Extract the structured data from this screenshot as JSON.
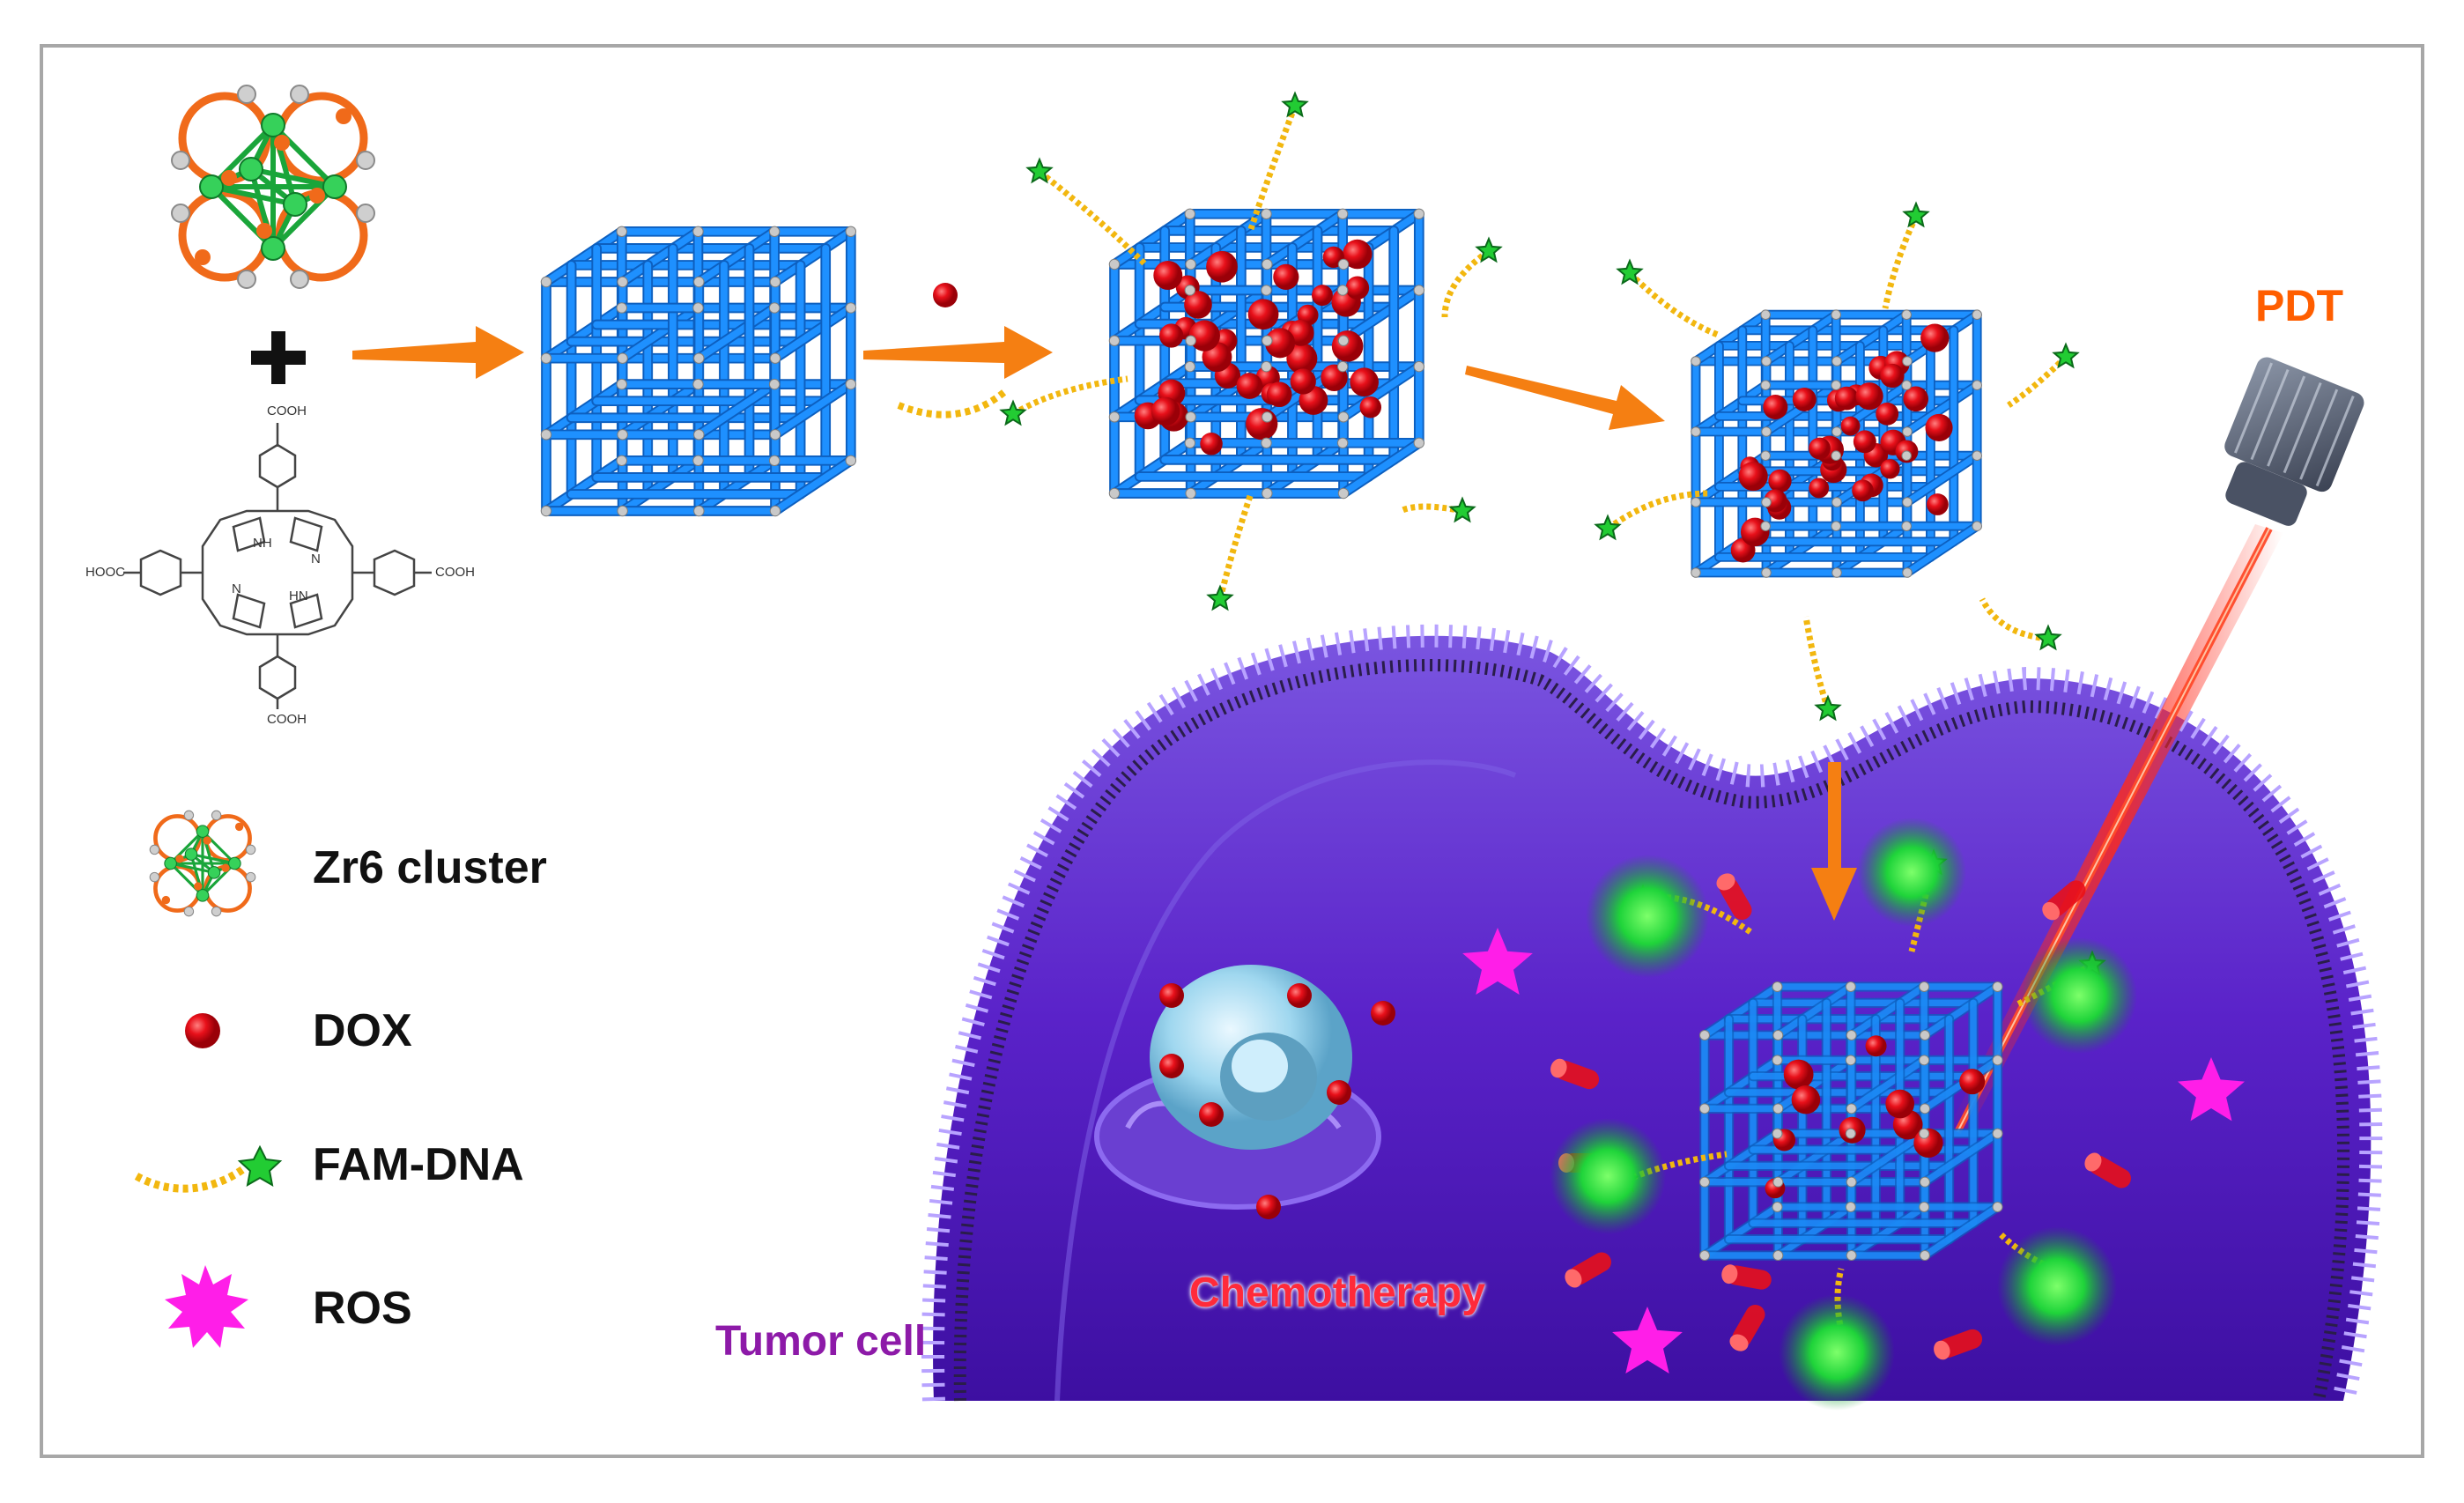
{
  "labels": {
    "pdt": "PDT",
    "tumor_cell": "Tumor cell",
    "chemotherapy": "Chemotherapy"
  },
  "linker": {
    "cooh_top": "COOH",
    "cooh_right": "COOH",
    "hooc_left": "HOOC",
    "cooh_bottom": "COOH",
    "nh_top": "NH",
    "n_left": "N",
    "n_right": "N",
    "hn_bottom": "HN"
  },
  "legend": [
    {
      "label": "Zr6 cluster",
      "icon": "zr6-cluster-icon"
    },
    {
      "label": "DOX",
      "icon": "red-sphere-icon"
    },
    {
      "label": "FAM-DNA",
      "icon": "dna-strand-icon"
    },
    {
      "label": "ROS",
      "icon": "magenta-star-icon"
    }
  ],
  "colors": {
    "framework": "#1e90ff",
    "dox": "#e8101a",
    "fam": "#22cc33",
    "dna": "#f2b70f",
    "ros": "#ff1ee8",
    "arrow": "#f57f12",
    "laser": "#ff2a1a",
    "cell": "#5b24c4",
    "membrane": "#a889ff",
    "pdt_text": "#ff5e00",
    "tumor_text": "#8d1aa8",
    "chemo_text": "#ff2a3a"
  }
}
